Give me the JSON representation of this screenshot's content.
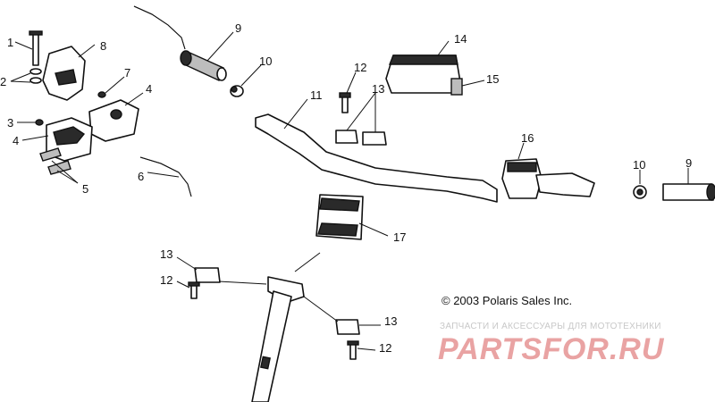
{
  "diagram": {
    "callouts": [
      {
        "id": "c1",
        "text": "1"
      },
      {
        "id": "c2",
        "text": "2"
      },
      {
        "id": "c3",
        "text": "3"
      },
      {
        "id": "c4a",
        "text": "4"
      },
      {
        "id": "c4b",
        "text": "4"
      },
      {
        "id": "c5",
        "text": "5"
      },
      {
        "id": "c6",
        "text": "6"
      },
      {
        "id": "c7",
        "text": "7"
      },
      {
        "id": "c8",
        "text": "8"
      },
      {
        "id": "c9a",
        "text": "9"
      },
      {
        "id": "c9b",
        "text": "9"
      },
      {
        "id": "c10a",
        "text": "10"
      },
      {
        "id": "c10b",
        "text": "10"
      },
      {
        "id": "c11",
        "text": "11"
      },
      {
        "id": "c12a",
        "text": "12"
      },
      {
        "id": "c12b",
        "text": "12"
      },
      {
        "id": "c12c",
        "text": "12"
      },
      {
        "id": "c13a",
        "text": "13"
      },
      {
        "id": "c13b",
        "text": "13"
      },
      {
        "id": "c13c",
        "text": "13"
      },
      {
        "id": "c14",
        "text": "14"
      },
      {
        "id": "c15",
        "text": "15"
      },
      {
        "id": "c16",
        "text": "16"
      },
      {
        "id": "c17",
        "text": "17"
      }
    ],
    "copyright": "© 2003 Polaris Sales Inc."
  },
  "watermark": {
    "tagline": "ЗАПЧАСТИ И АКСЕССУАРЫ ДЛЯ МОТОТЕХНИКИ",
    "brand": "PARTSFOR.RU"
  },
  "colors": {
    "line": "#111111",
    "watermark": "#e9a3a3",
    "watermark_text": "#c8c8c8"
  }
}
